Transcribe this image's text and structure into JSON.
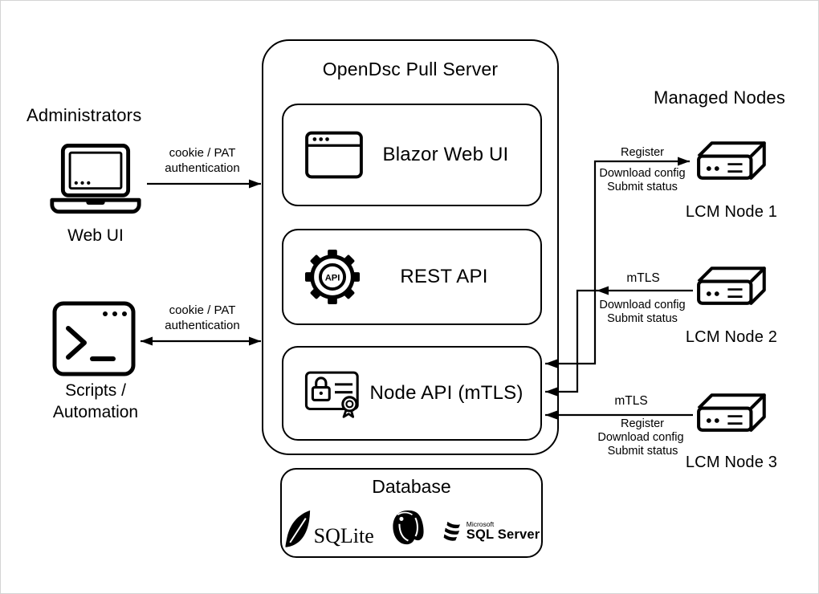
{
  "admins": {
    "section_label": "Administrators",
    "web_ui": {
      "label": "Web UI",
      "arrow_label": "cookie / PAT\nauthentication"
    },
    "scripts": {
      "label": "Scripts /\nAutomation",
      "arrow_label": "cookie / PAT\nauthentication"
    }
  },
  "server": {
    "title": "OpenDsc Pull Server",
    "components": [
      {
        "label": "Blazor Web UI"
      },
      {
        "label": "REST API",
        "icon_text": "API"
      },
      {
        "label": "Node API (mTLS)"
      }
    ]
  },
  "database": {
    "title": "Database",
    "sqlite_label": "SQLite",
    "sqlserver_brand": "Microsoft",
    "sqlserver_label": "SQL Server"
  },
  "managed_nodes": {
    "title": "Managed Nodes",
    "node1": {
      "label": "LCM Node 1",
      "above": "Register",
      "below1": "Download config",
      "below2": "Submit status"
    },
    "node2": {
      "label": "LCM Node 2",
      "above": "mTLS",
      "below1": "Download config",
      "below2": "Submit status"
    },
    "node3": {
      "label": "LCM Node 3",
      "above": "mTLS",
      "below1": "Register",
      "below2": "Download config",
      "below3": "Submit status"
    }
  },
  "icons": {
    "laptop": "laptop-line-art",
    "terminal": "terminal-window-prompt",
    "browser": "browser-window",
    "api_gear": "gear-with-api-text",
    "certificate": "certificate-with-lock-and-seal",
    "server_node": "3d-server-box",
    "sqlite": "feather-quill",
    "postgresql": "elephant-head",
    "sqlserver": "diagonal-stripes"
  }
}
